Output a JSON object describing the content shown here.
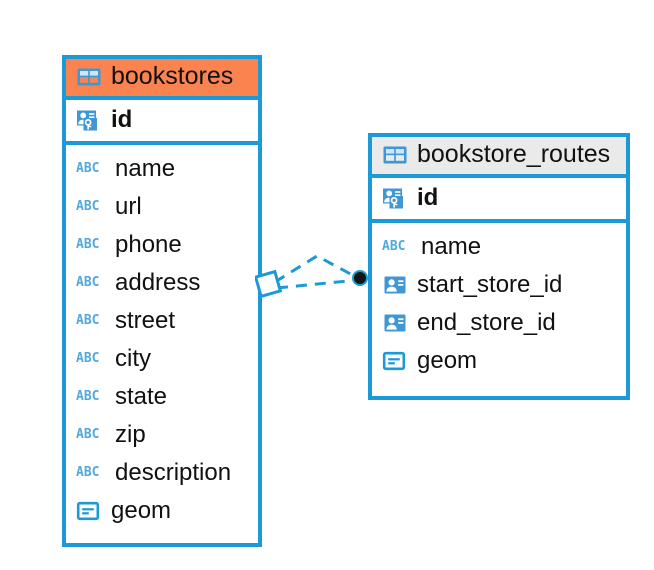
{
  "diagram": {
    "type": "entity-relationship-diagram",
    "colors": {
      "border": "#1b9ad6",
      "header_accent": "#fa8350",
      "header_neutral": "#eaeaea",
      "icon_blue": "#3f97d6",
      "text": "#111111",
      "connector": "#1b9ad6",
      "connector_endpoint": "#111111"
    },
    "entities": [
      {
        "name": "bookstores",
        "header_style": "accent",
        "icon": "table-icon",
        "primary_key": {
          "label": "id",
          "icon": "key-person-icon"
        },
        "fields": [
          {
            "label": "name",
            "icon": "abc-icon",
            "type": "text"
          },
          {
            "label": "url",
            "icon": "abc-icon",
            "type": "text"
          },
          {
            "label": "phone",
            "icon": "abc-icon",
            "type": "text"
          },
          {
            "label": "address",
            "icon": "abc-icon",
            "type": "text"
          },
          {
            "label": "street",
            "icon": "abc-icon",
            "type": "text"
          },
          {
            "label": "city",
            "icon": "abc-icon",
            "type": "text"
          },
          {
            "label": "state",
            "icon": "abc-icon",
            "type": "text"
          },
          {
            "label": "zip",
            "icon": "abc-icon",
            "type": "text"
          },
          {
            "label": "description",
            "icon": "abc-icon",
            "type": "text"
          },
          {
            "label": "geom",
            "icon": "geometry-icon",
            "type": "geometry"
          }
        ]
      },
      {
        "name": "bookstore_routes",
        "header_style": "neutral",
        "icon": "table-icon",
        "primary_key": {
          "label": "id",
          "icon": "key-person-icon"
        },
        "fields": [
          {
            "label": "name",
            "icon": "abc-icon",
            "type": "text"
          },
          {
            "label": "start_store_id",
            "icon": "person-card-icon",
            "type": "foreign-key"
          },
          {
            "label": "end_store_id",
            "icon": "person-card-icon",
            "type": "foreign-key"
          },
          {
            "label": "geom",
            "icon": "geometry-icon",
            "type": "geometry"
          }
        ]
      }
    ],
    "relationship": {
      "name": "bookstores-to-bookstore_routes",
      "source_endpoint": "diamond",
      "target_endpoint": "filled-circle",
      "line_style": "dashed",
      "branches": 2
    },
    "abc_icon_text": "ABC"
  }
}
